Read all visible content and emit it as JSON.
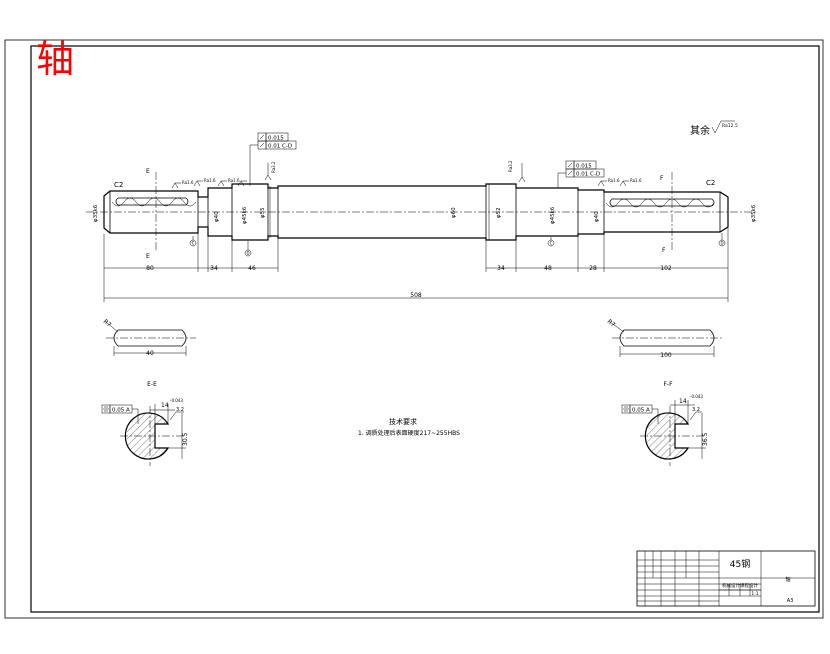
{
  "title_char": "轴",
  "other_roughness": {
    "label": "其余",
    "value": "Ra12.5"
  },
  "chamfer_left": "C2",
  "chamfer_right": "C2",
  "section_e_marker": "E",
  "section_f_marker": "F",
  "tolerances": {
    "left_runout": "0.015",
    "left_parallel": "0.01 C-D",
    "right_runout": "0.015",
    "right_parallel": "0.01 C-D"
  },
  "roughness_marks": [
    "Ra1.6",
    "Ra1.6",
    "Ra1.6",
    "Ra3.2",
    "Ra3.2",
    "Ra1.6",
    "Ra1.6"
  ],
  "datum_marks": [
    "C",
    "D",
    "C",
    "D"
  ],
  "diameter_labels": [
    "φ35k6",
    "φ40",
    "φ45k6",
    "φ55",
    "φ60",
    "φ52",
    "φ45k6",
    "φ40",
    "φ35k6"
  ],
  "dims_lower": [
    "80",
    "34",
    "46",
    "34",
    "48",
    "28",
    "102"
  ],
  "overall_length": "508",
  "keyway_left": {
    "radius": "R7",
    "length": "40"
  },
  "keyway_right": {
    "radius": "R7",
    "length": "100"
  },
  "section_e": {
    "title": "E-E",
    "symmetry": "0.05 A",
    "width": "14",
    "width_tol": "-0.043",
    "depth": "3.2",
    "dim": "30.5"
  },
  "section_f": {
    "title": "F-F",
    "symmetry": "0.05 A",
    "width": "14",
    "width_tol": "-0.043",
    "depth": "3.2",
    "dim": "36.5"
  },
  "tech_req": {
    "title": "技术要求",
    "line1": "1. 调质处理后表面硬度217~255HBS"
  },
  "title_block": {
    "material": "45钢",
    "drawing_name": "轴",
    "scale": "1:1",
    "sheet": "A3",
    "org": "机械设计课程设计"
  }
}
